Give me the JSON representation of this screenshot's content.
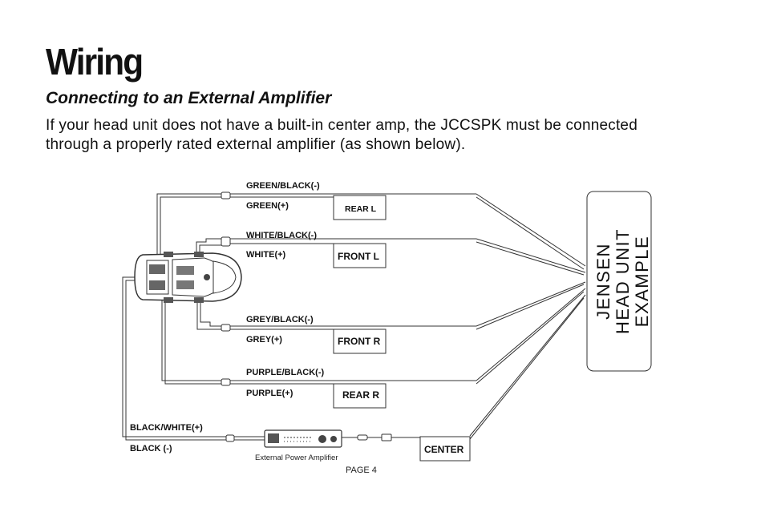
{
  "page": {
    "title": "Wiring",
    "subtitle": "Connecting to an External Amplifier",
    "intro": "If your head unit does not have a built-in center amp, the JCCSPK must be connected through a properly rated external amplifier (as shown below).",
    "page_number": "PAGE 4"
  },
  "diagram": {
    "wires": {
      "green_black": "GREEN/BLACK(-)",
      "green": "GREEN(+)",
      "white_black": "WHITE/BLACK(-)",
      "white": "WHITE(+)",
      "grey_black": "GREY/BLACK(-)",
      "grey": "GREY(+)",
      "purple_black": "PURPLE/BLACK(-)",
      "purple": "PURPLE(+)",
      "black_white": "BLACK/WHITE(+)",
      "black": "BLACK (-)"
    },
    "boxes": {
      "rear_l": "REAR L",
      "front_l": "FRONT L",
      "front_r": "FRONT R",
      "rear_r": "REAR R",
      "center": "CENTER"
    },
    "head_unit": {
      "line1": "JENSEN",
      "line2": "HEAD UNIT",
      "line3": "EXAMPLE"
    },
    "amplifier_label": "External Power Amplifier"
  }
}
